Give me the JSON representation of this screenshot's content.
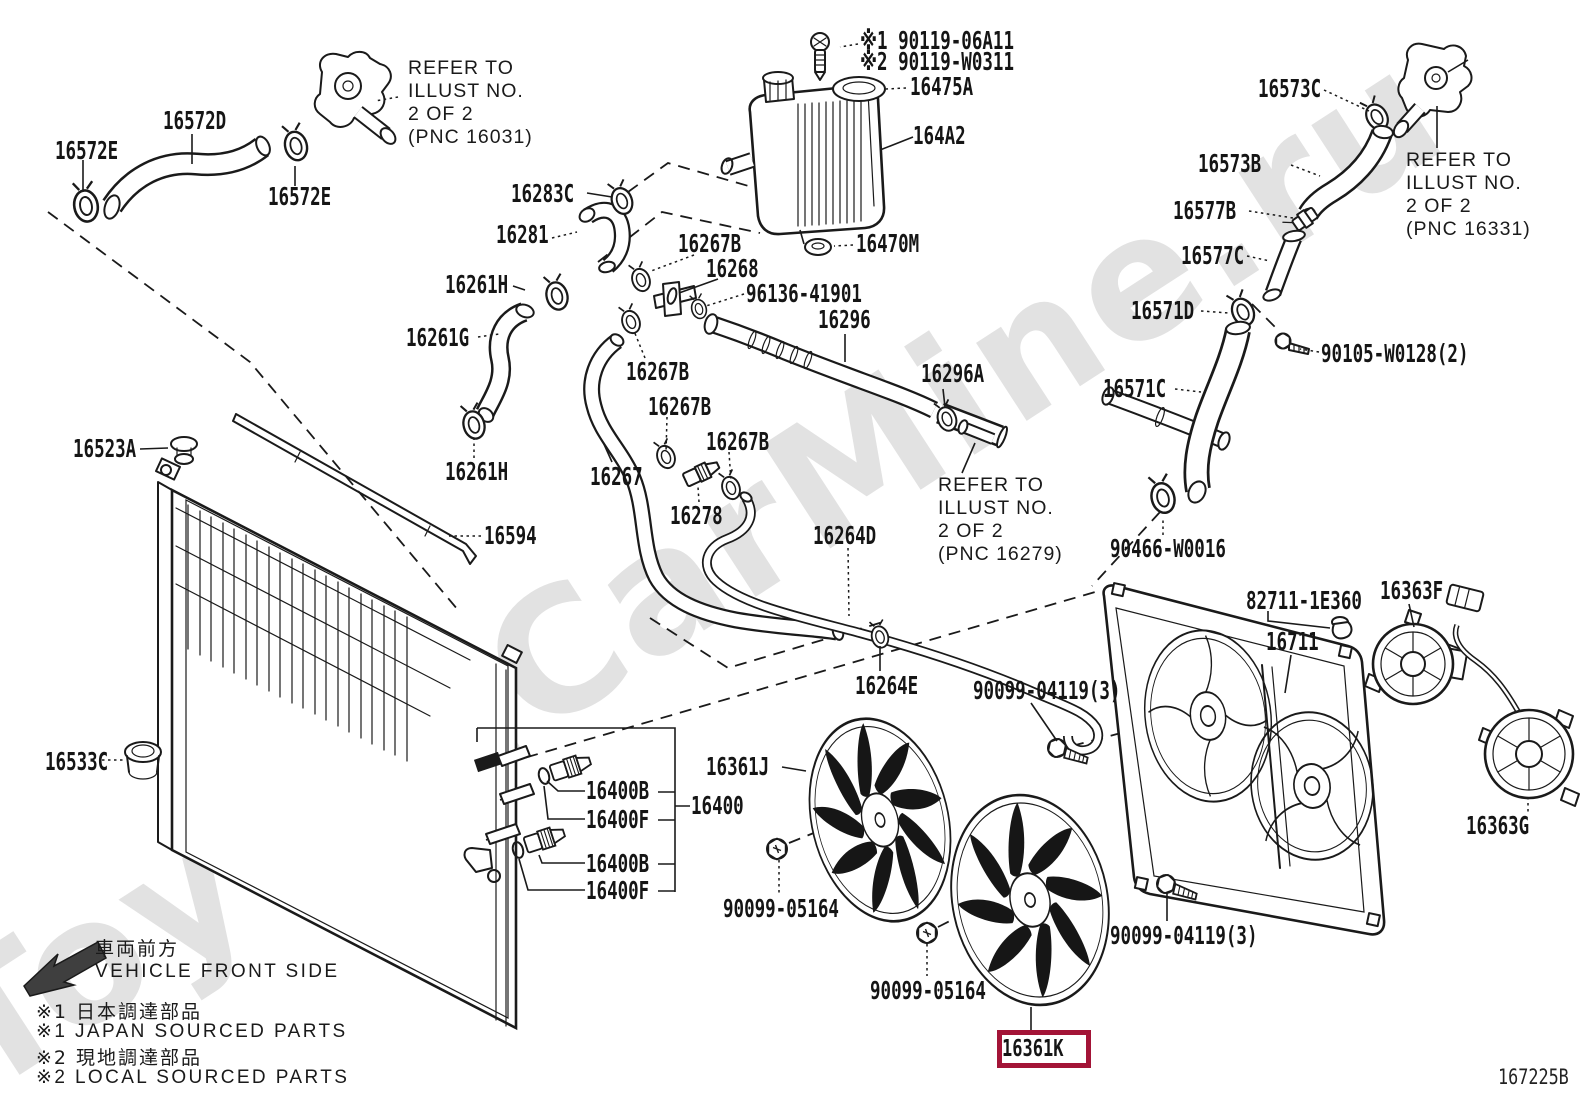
{
  "watermark": "ToyotaCarMine.ru",
  "page_code": "167225B",
  "highlight": {
    "part_no": "16361K",
    "box_color": "#A31437"
  },
  "vehicle_front": {
    "jp": "車両前方",
    "en": "VEHICLE FRONT SIDE"
  },
  "notes": [
    {
      "jp": "※1 日本調達部品",
      "en": "※1 JAPAN SOURCED PARTS"
    },
    {
      "jp": "※2 現地調達部品",
      "en": "※2 LOCAL SOURCED PARTS"
    }
  ],
  "refer_notes": [
    {
      "text": "REFER TO\nILLUST NO.\n2 OF 2\n(PNC 16031)"
    },
    {
      "text": "REFER TO\nILLUST NO.\n2 OF 2\n(PNC 16279)"
    },
    {
      "text": "REFER TO\nILLUST NO.\n2 OF 2\n(PNC 16331)"
    }
  ],
  "part_labels": [
    {
      "text": "16572E"
    },
    {
      "text": "16572D"
    },
    {
      "text": "16572E"
    },
    {
      "text": "※1 90119-06A11"
    },
    {
      "text": "※2 90119-W0311"
    },
    {
      "text": "16475A"
    },
    {
      "text": "164A2"
    },
    {
      "text": "16470M"
    },
    {
      "text": "16283C"
    },
    {
      "text": "16281"
    },
    {
      "text": "16267B"
    },
    {
      "text": "16268"
    },
    {
      "text": "96136-41901"
    },
    {
      "text": "16261H"
    },
    {
      "text": "16296"
    },
    {
      "text": "16296A"
    },
    {
      "text": "16261G"
    },
    {
      "text": "16267B"
    },
    {
      "text": "16267B"
    },
    {
      "text": "16267B"
    },
    {
      "text": "16523A"
    },
    {
      "text": "16261H"
    },
    {
      "text": "16267"
    },
    {
      "text": "16278"
    },
    {
      "text": "16264D"
    },
    {
      "text": "16594"
    },
    {
      "text": "16573C"
    },
    {
      "text": "16573B"
    },
    {
      "text": "16577B"
    },
    {
      "text": "16577C"
    },
    {
      "text": "16571D"
    },
    {
      "text": "90105-W0128(2)"
    },
    {
      "text": "16571C"
    },
    {
      "text": "90466-W0016"
    },
    {
      "text": "82711-1E360"
    },
    {
      "text": "16363F"
    },
    {
      "text": "16711"
    },
    {
      "text": "16264E"
    },
    {
      "text": "90099-04119(3)"
    },
    {
      "text": "16533C"
    },
    {
      "text": "16361J"
    },
    {
      "text": "16400B"
    },
    {
      "text": "16400F"
    },
    {
      "text": "16400"
    },
    {
      "text": "16400B"
    },
    {
      "text": "16400F"
    },
    {
      "text": "90099-05164"
    },
    {
      "text": "90099-05164"
    },
    {
      "text": "90099-04119(3)"
    },
    {
      "text": "16363G"
    }
  ]
}
